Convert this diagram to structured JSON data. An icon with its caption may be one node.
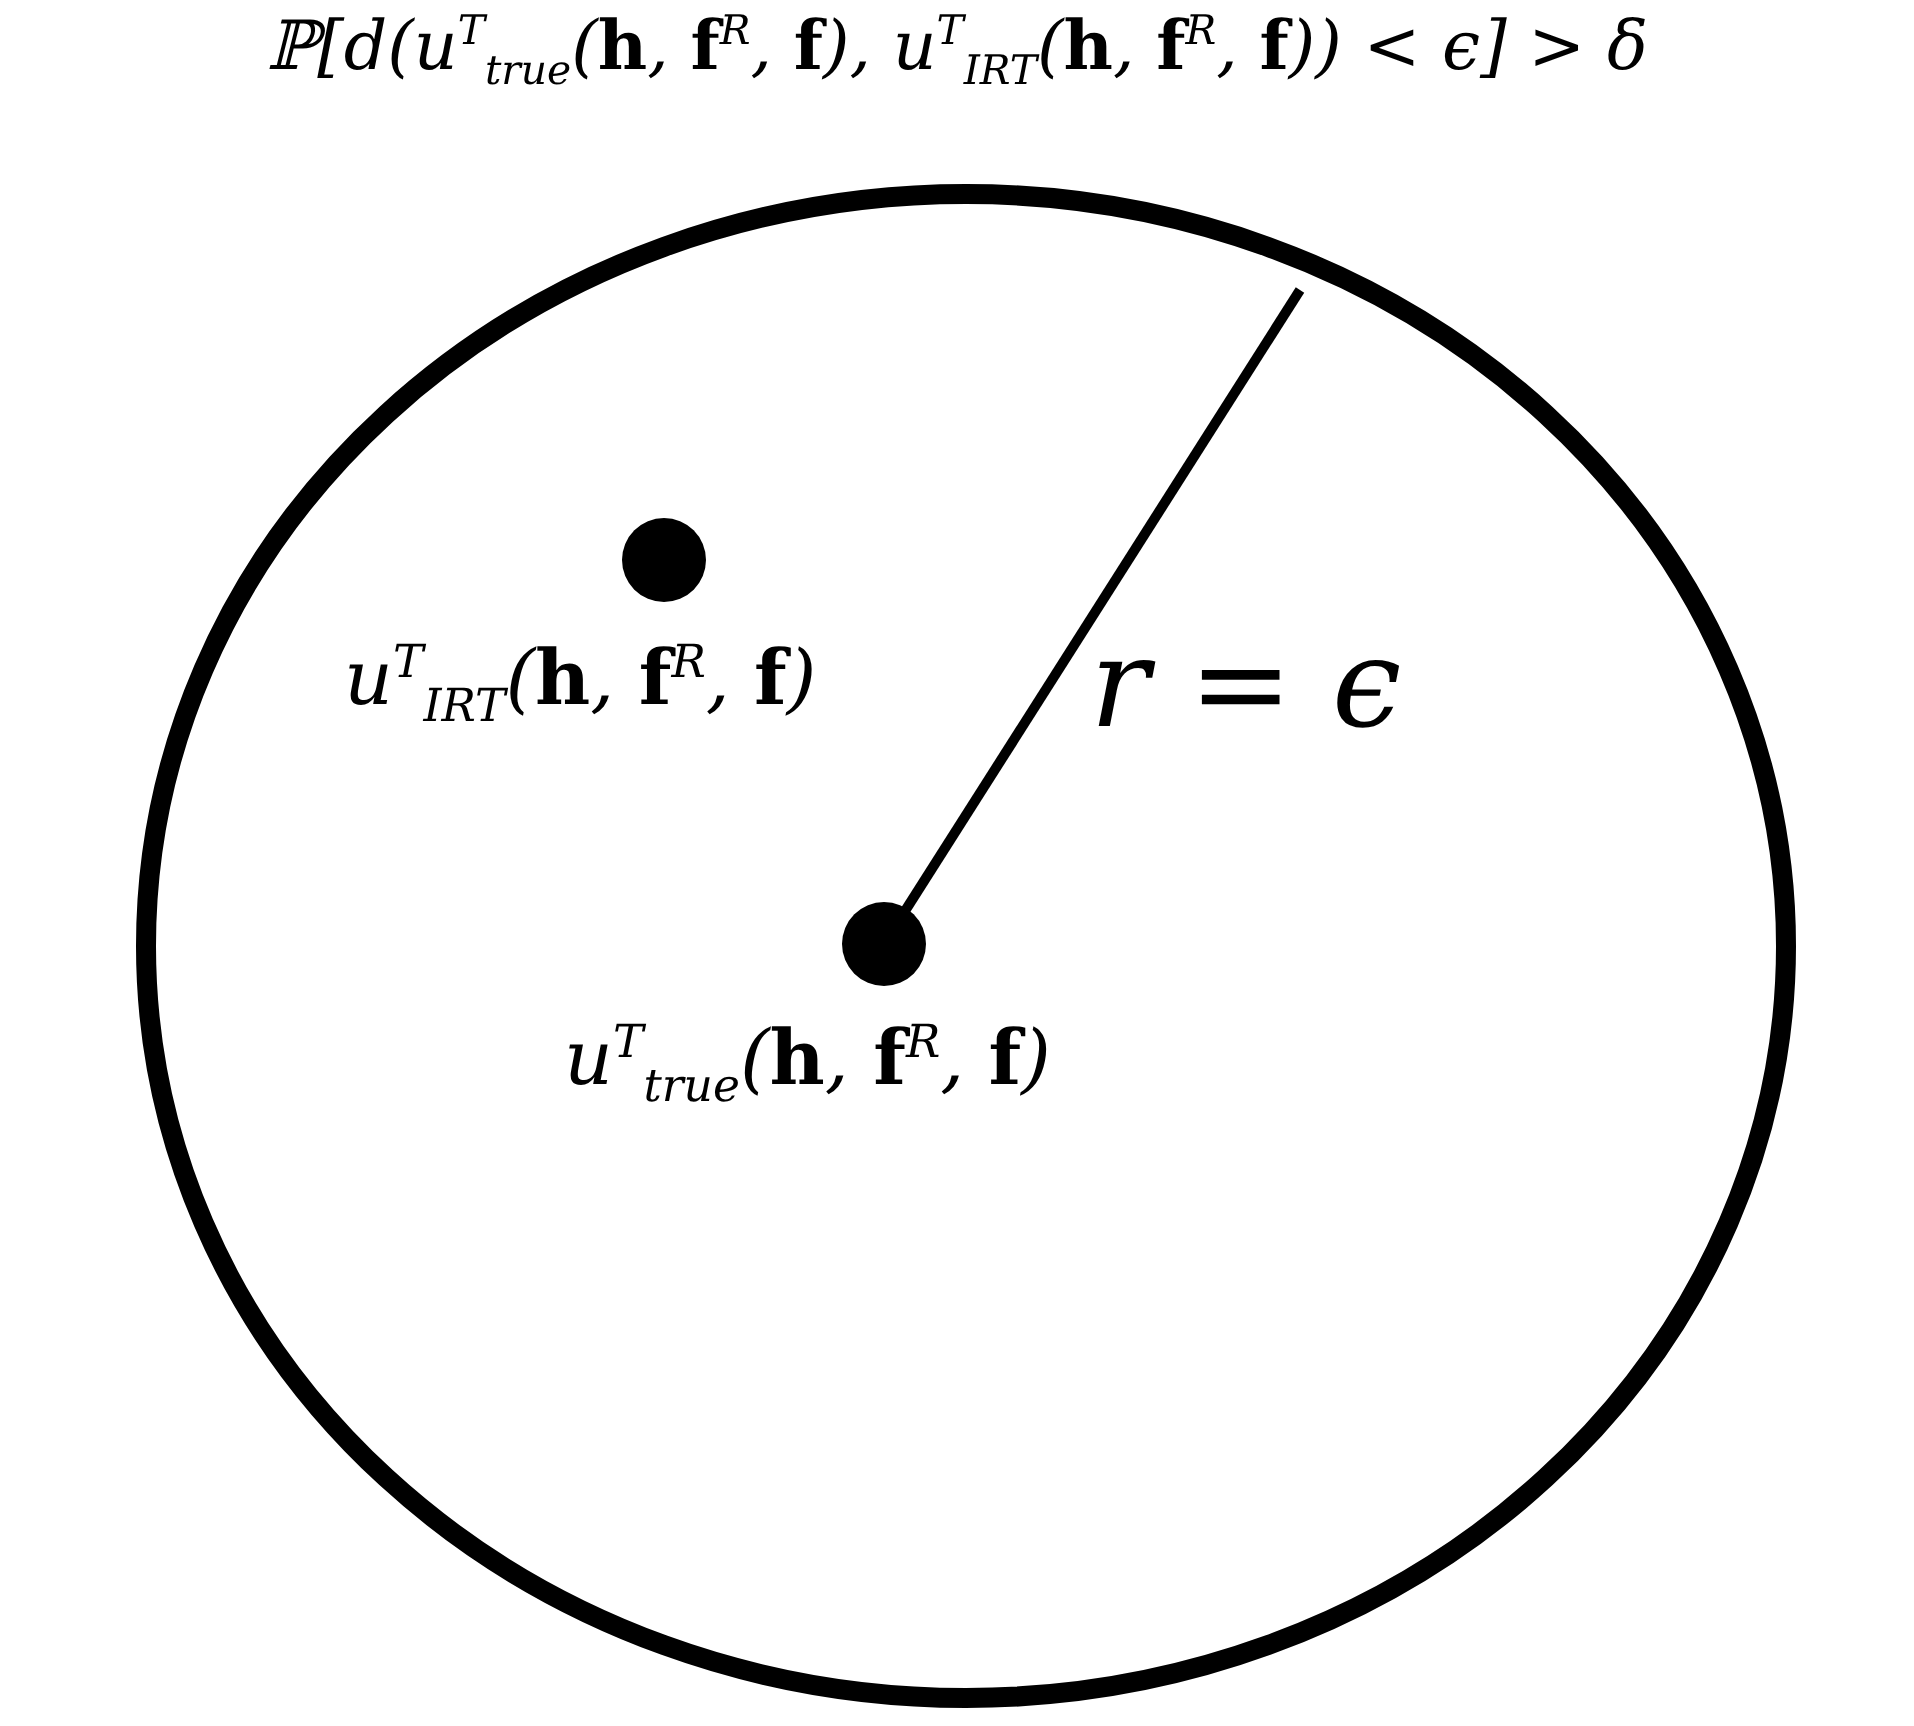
{
  "diagram": {
    "title": "ℙ[d(u$^{T}$$_{true}$(**h**, **f**$^{R}$, **f**), u$^{T}$$_{IRT}$(**h**, **f**$^{R}$, **f**)) < ϵ] > δ",
    "nodes": [
      {
        "text": [],
        "shape": "circle"
      },
      {
        "text": [],
        "shape": "circle",
        "in": 0,
        "beside": [
          "u$^{T}$$_{IRT}$(**h**, **f**$^{R}$, **f**)"
        ]
      },
      {
        "text": [],
        "shape": "circle",
        "in": 0,
        "beside": [
          "u$^{T}$$_{true}$(**h**, **f**$^{R}$, **f**)"
        ]
      }
    ],
    "labels": [
      "r = ϵ"
    ]
  }
}
